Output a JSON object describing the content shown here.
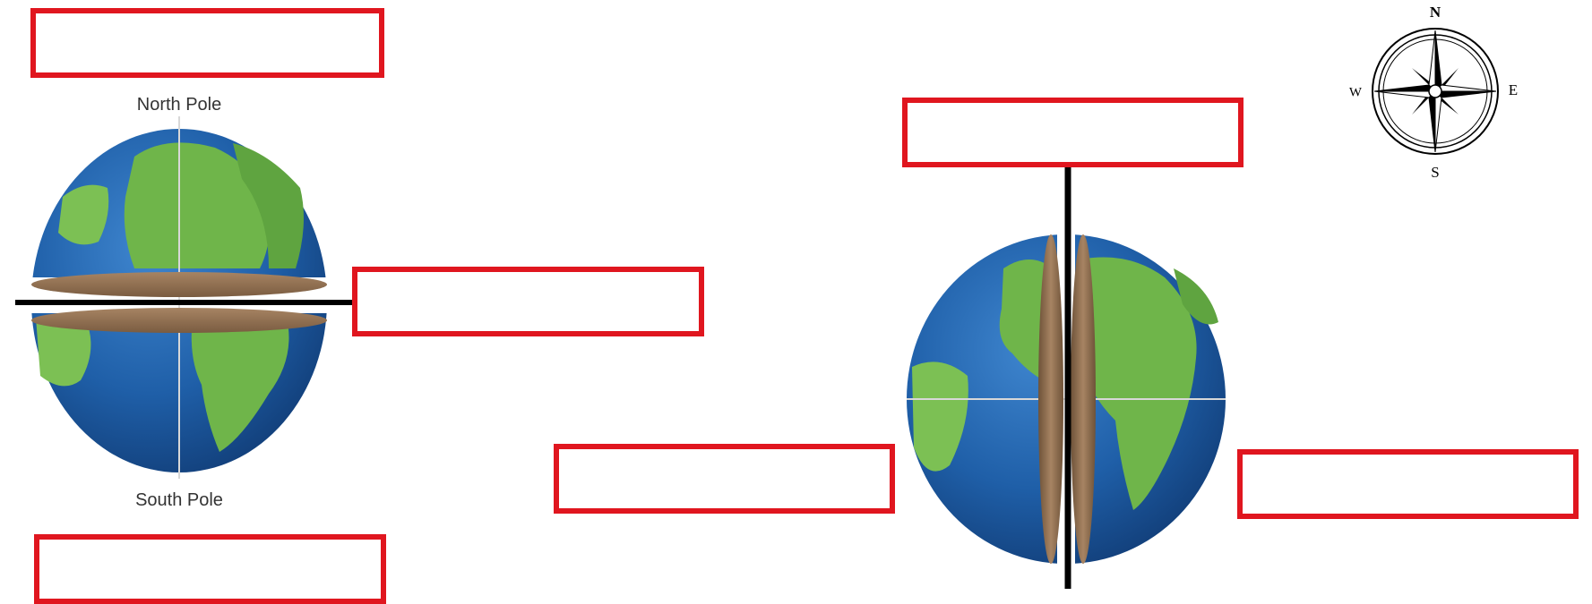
{
  "diagram": {
    "pole_labels": {
      "north": "North Pole",
      "south": "South Pole"
    },
    "compass": {
      "n": "N",
      "s": "S",
      "e": "E",
      "w": "W"
    },
    "blank_label_boxes": 6,
    "colors": {
      "box_border": "#e0161f",
      "ocean": "#1f5fa8",
      "land": "#6fb54a",
      "cut_surface": "#8b6b4e",
      "axis_line": "#000000"
    }
  }
}
